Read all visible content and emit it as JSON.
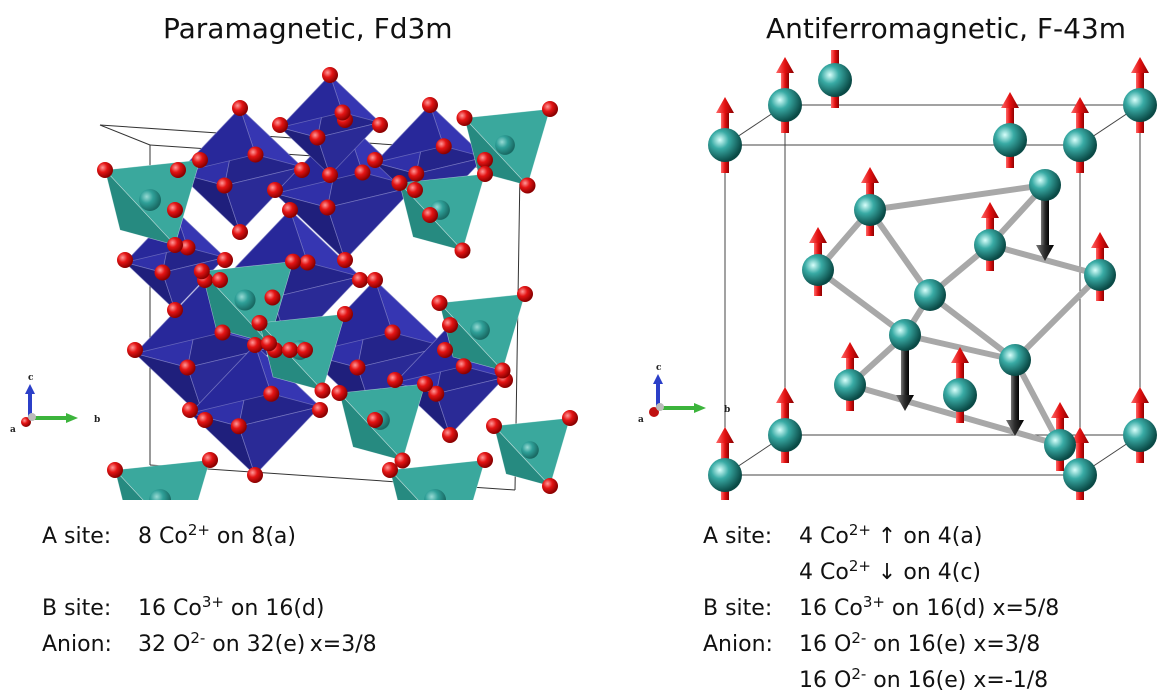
{
  "left": {
    "title": "Paramagnetic, Fd3m",
    "rows": [
      {
        "label": "A site:",
        "pre": "8 Co",
        "sup": "2+",
        "post": " on 8(a)"
      },
      {
        "label": "B site:",
        "pre": "16 Co",
        "sup": "3+",
        "post": " on 16(d)"
      },
      {
        "label": "Anion:",
        "pre": "32 O",
        "sup": "2-",
        "post": " on 32(e) x=3/8"
      }
    ],
    "axes": {
      "c": "c",
      "a": "a",
      "b": "b"
    }
  },
  "right": {
    "title": "Antiferromagnetic, F-43m",
    "rows": [
      {
        "label": "A site:",
        "pre": "4 Co",
        "sup": "2+",
        "post": " ↑ on 4(a)"
      },
      {
        "label": "",
        "pre": "4 Co",
        "sup": "2+",
        "post": " ↓ on 4(c)"
      },
      {
        "label": "B site:",
        "pre": "16 Co",
        "sup": "3+",
        "post": " on 16(d) x=5/8"
      },
      {
        "label": "Anion:",
        "pre": "16 O",
        "sup": "2-",
        "post": " on 16(e) x=3/8"
      },
      {
        "label": "",
        "pre": "16 O",
        "sup": "2-",
        "post": " on 16(e) x=-1/8"
      }
    ],
    "axes": {
      "c": "c",
      "a": "a",
      "b": "b"
    }
  },
  "colors": {
    "octahedron": "#2e2e9a",
    "tetrahedron": "#2f9e93",
    "oxygen": "#e01010",
    "cobalt": "#1f8f8a",
    "spin_up": "#e01010",
    "spin_down": "#333333"
  }
}
